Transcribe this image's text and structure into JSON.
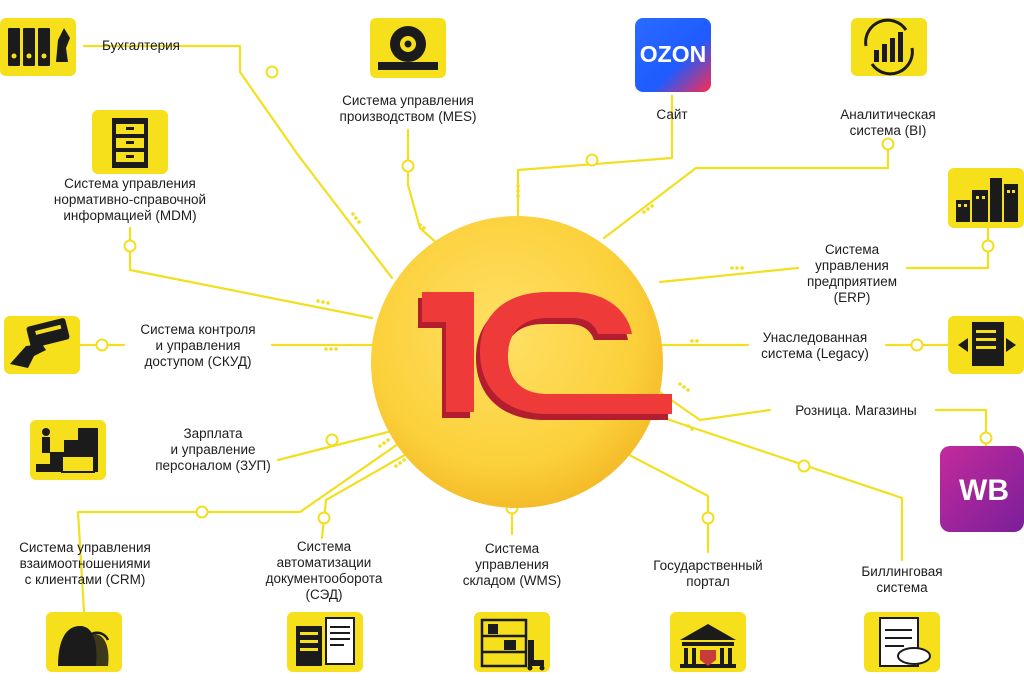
{
  "hub": {
    "label": "1C"
  },
  "logos": {
    "ozon": "OZON",
    "wb": "WB"
  },
  "nodes": {
    "accounting": "Бухгалтерия",
    "mes": "Система управления\nпроизводством (MES)",
    "site": "Сайт",
    "bi": "Аналитическая\nсистема (BI)",
    "mdm": "Система управления\nнормативно-справочной\nинформацией (MDM)",
    "erp": "Система\nуправления\nпредприятием\n(ERP)",
    "skud": "Система контроля\nи управления\nдоступом (СКУД)",
    "legacy": "Унаследованная\nсистема (Legacy)",
    "retail": "Розница. Магазины",
    "zup": "Зарплата\nи управление\nперсоналом (ЗУП)",
    "crm": "Система управления\nвзаимоотношениями\nс клиентами (CRM)",
    "sed": "Система\nавтоматизации\nдокументооборота\n(СЭД)",
    "wms": "Система\nуправления\nскладом (WMS)",
    "gov": "Государственный\nпортал",
    "billing": "Биллинговая\nсистема"
  },
  "colors": {
    "line": "#f2df20",
    "tile": "#f6e01c",
    "hub": "#fbd03a",
    "hub_glyph": "#ef3a3a",
    "ozon": "#1f5bff",
    "ozon_accent": "#f0163c",
    "wb": "#b0208f"
  }
}
